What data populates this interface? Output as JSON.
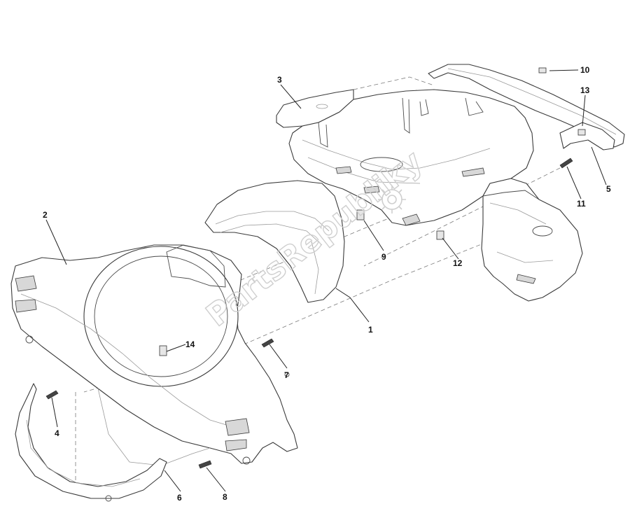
{
  "watermark": {
    "text": "PartsRepubliky",
    "gear_icon": "gear-icon"
  },
  "callouts": [
    "1",
    "2",
    "3",
    "4",
    "5",
    "6",
    "7",
    "8",
    "9",
    "10",
    "11",
    "12",
    "13",
    "14"
  ],
  "colors": {
    "line": "#3a3a3a",
    "watermark": "#cfcfcf",
    "background": "#ffffff"
  }
}
